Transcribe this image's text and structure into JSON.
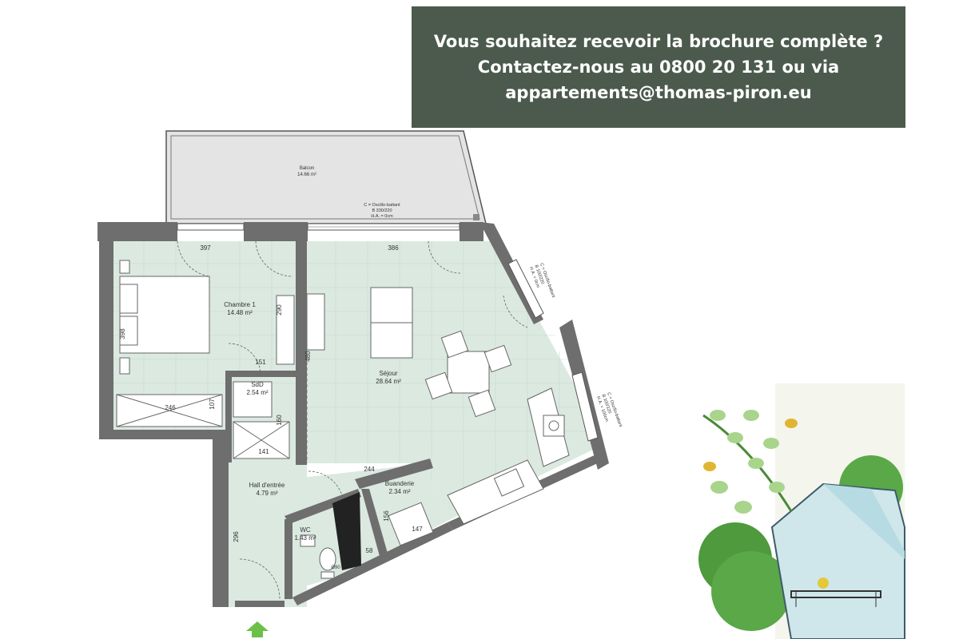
{
  "banner": {
    "line1": "Vous souhaitez recevoir la brochure complète ?",
    "line2": "Contactez-nous au 0800 20 131 ou via",
    "line3": "appartements@thomas-piron.eu"
  },
  "rooms": {
    "balcon": {
      "name": "Balcon",
      "area": "14.66 m²"
    },
    "chambre": {
      "name": "Chambre 1",
      "area": "14.48 m²"
    },
    "sejour": {
      "name": "Séjour",
      "area": "28.64 m²"
    },
    "sdd": {
      "name": "SdD",
      "area": "2.54 m²"
    },
    "hall": {
      "name": "Hall d'entrée",
      "area": "4.79 m²"
    },
    "buanderie": {
      "name": "Buanderie",
      "area": "2.34 m²"
    },
    "wc": {
      "name": "WC",
      "area": "1.43 m²"
    }
  },
  "windows": {
    "balcony_door": [
      "C = Oscillo-battant",
      "B 330/220",
      "H.A. = 0cm"
    ],
    "side_window_top": [
      "C = Oscillo-battant",
      "B 100/220",
      "H.A. = 0cm"
    ],
    "side_window_bottom": [
      "C = Oscillo-battant",
      "B 100/120",
      "H.A. = 100cm"
    ]
  },
  "dimensions": {
    "d397": "397",
    "d386": "386",
    "d398": "398",
    "d290": "290",
    "d480": "480",
    "d151": "151",
    "d246": "246",
    "d107": "107",
    "d160": "160",
    "d141": "141",
    "d244": "244",
    "d296": "296",
    "d58": "58",
    "d147": "147",
    "d156": "156",
    "d90": "Ø90"
  },
  "colors": {
    "banner_bg": "#4b5a4c",
    "floor": "#dbe9e1",
    "wall": "#6e6e6e",
    "balcony": "#e4e4e4",
    "arrow": "#6cc04a"
  }
}
